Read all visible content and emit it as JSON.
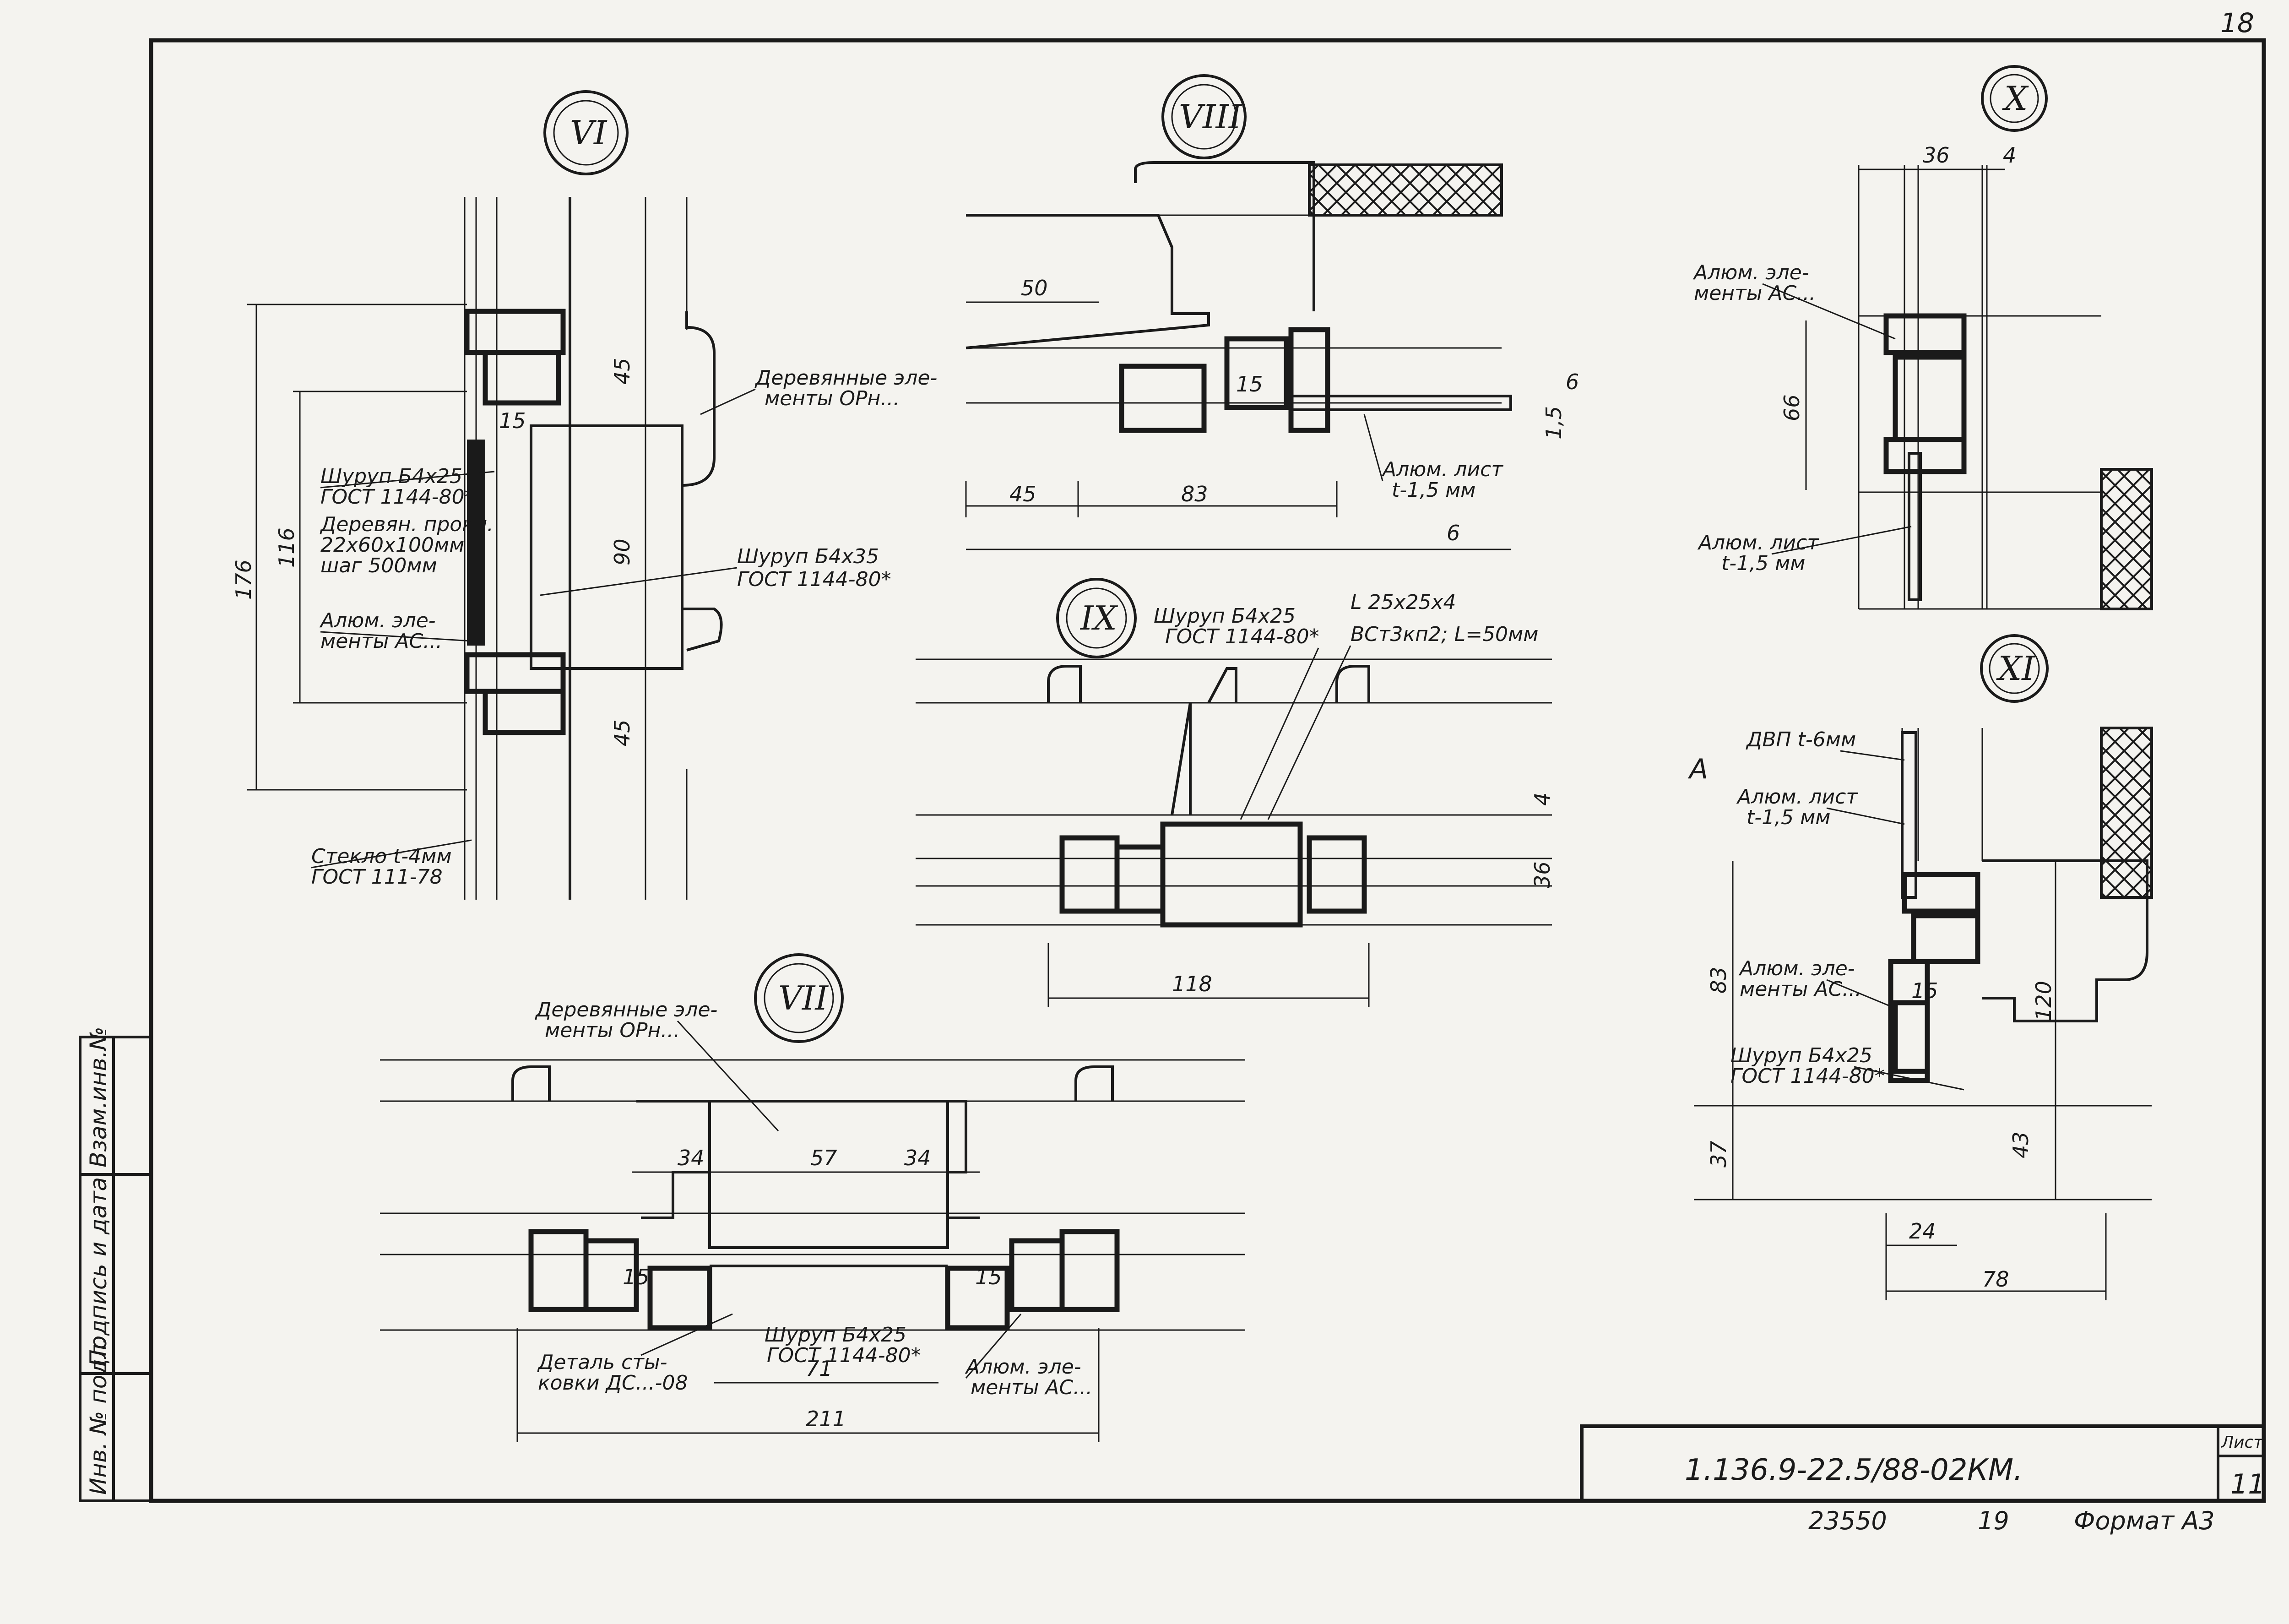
{
  "sheet": {
    "page_number": "18",
    "designation": "1.136.9-22.5/88-02КМ.",
    "sheet_label": "Лист",
    "sheet_number": "11",
    "bottom_code": "23550",
    "bottom_num": "19",
    "format": "Формат А3"
  },
  "stamp": {
    "inv_no": "Инв. № подл.",
    "signature": "Подпись и дата",
    "replaces": "Взам.инв.№"
  },
  "details": {
    "VI": {
      "title": "VI",
      "dims": [
        "176",
        "116",
        "45",
        "45",
        "90",
        "15"
      ],
      "notes": {
        "screw1": [
          "Шуруп Б4х25",
          "ГОСТ 1144-80*"
        ],
        "spacer": [
          "Деревян. прокл.",
          "22х60х100мм",
          "шаг 500мм"
        ],
        "alum": [
          "Алюм. эле-",
          "менты АС..."
        ],
        "wood": [
          "Деревянные эле-",
          "менты ОРн..."
        ],
        "screw2": [
          "Шуруп Б4х35",
          "ГОСТ 1144-80*"
        ],
        "glass": [
          "Стекло t-4мм",
          "ГОСТ 111-78"
        ]
      }
    },
    "VIII": {
      "title": "VIII",
      "dims": [
        "50",
        "45",
        "83",
        "15",
        "6",
        "1,5",
        "6"
      ],
      "notes": {
        "sheet": [
          "Алюм. лист",
          "t-1,5 мм"
        ]
      }
    },
    "X": {
      "title": "X",
      "dims": [
        "36",
        "4",
        "66"
      ],
      "notes": {
        "alum": [
          "Алюм. эле-",
          "менты АС..."
        ],
        "sheet": [
          "Алюм. лист",
          "t-1,5 мм"
        ]
      }
    },
    "IX": {
      "title": "IX",
      "dims": [
        "118",
        "36",
        "4"
      ],
      "notes": {
        "screw": [
          "Шуруп Б4х25",
          "ГОСТ 1144-80*"
        ],
        "angle": [
          "L 25х25х4",
          "ВСт3кп2; L=50мм"
        ]
      }
    },
    "XI": {
      "title": "XI",
      "dims": [
        "83",
        "37",
        "120",
        "43",
        "24",
        "78",
        "15"
      ],
      "notes": {
        "dvp": [
          "ДВП t-6мм"
        ],
        "sheet": [
          "Алюм. лист",
          "t-1,5 мм"
        ],
        "alum": [
          "Алюм. эле-",
          "менты АС..."
        ],
        "screw": [
          "Шуруп Б4х25",
          "ГОСТ 1144-80*"
        ],
        "axis": "А"
      }
    },
    "VII": {
      "title": "VII",
      "dims": [
        "34",
        "57",
        "34",
        "71",
        "211",
        "15",
        "15"
      ],
      "notes": {
        "wood": [
          "Деревянные эле-",
          "менты ОРн..."
        ],
        "screw": [
          "Шуруп Б4х25",
          "ГОСТ 1144-80*"
        ],
        "part": [
          "Деталь сты-",
          "ковки ДС...-08"
        ],
        "alum": [
          "Алюм. эле-",
          "менты АС..."
        ]
      }
    }
  }
}
